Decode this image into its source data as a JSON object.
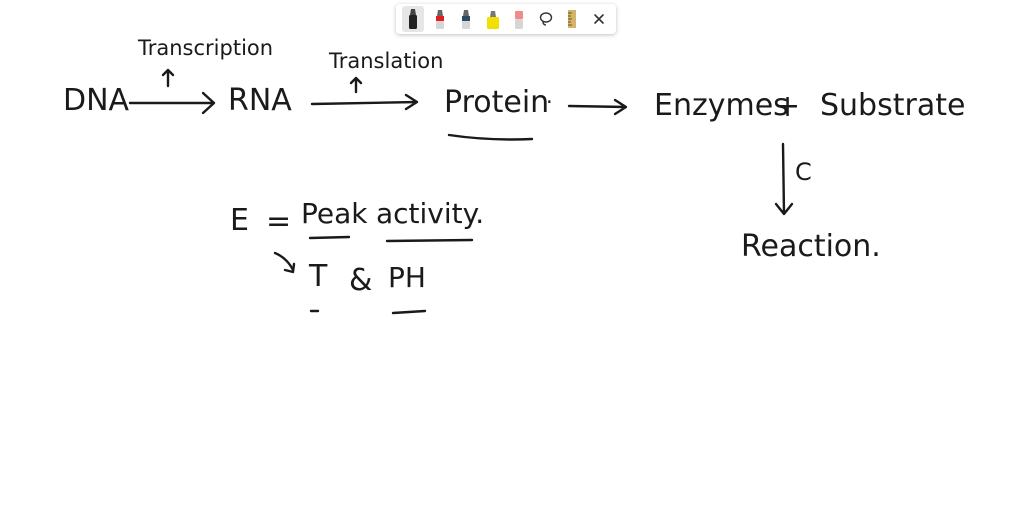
{
  "toolbar": {
    "tools": [
      {
        "name": "pen",
        "color": "#222222",
        "selected": true
      },
      {
        "name": "pen",
        "color": "#e02020"
      },
      {
        "name": "pen",
        "color": "#2c4a63"
      },
      {
        "name": "highlighter",
        "color": "#f2e000"
      },
      {
        "name": "eraser",
        "color": "#f28a8a"
      },
      {
        "name": "lasso-icon"
      },
      {
        "name": "ruler-icon",
        "color": "#d4b36a"
      },
      {
        "name": "close-icon"
      }
    ]
  },
  "notes": {
    "dna": "DNA",
    "transcription": "Transcription",
    "rna": "RNA",
    "translation": "Translation",
    "protein": "Protein",
    "protein_dot": "·",
    "enzymes": "Enzymes",
    "plus": "+",
    "substrate": "Substrate",
    "c": "C",
    "reaction": "Reaction.",
    "e": "E",
    "equals": "=",
    "peak": "Peak",
    "activity": "activity.",
    "t": "T",
    "amp": "&",
    "ph": "PH"
  }
}
